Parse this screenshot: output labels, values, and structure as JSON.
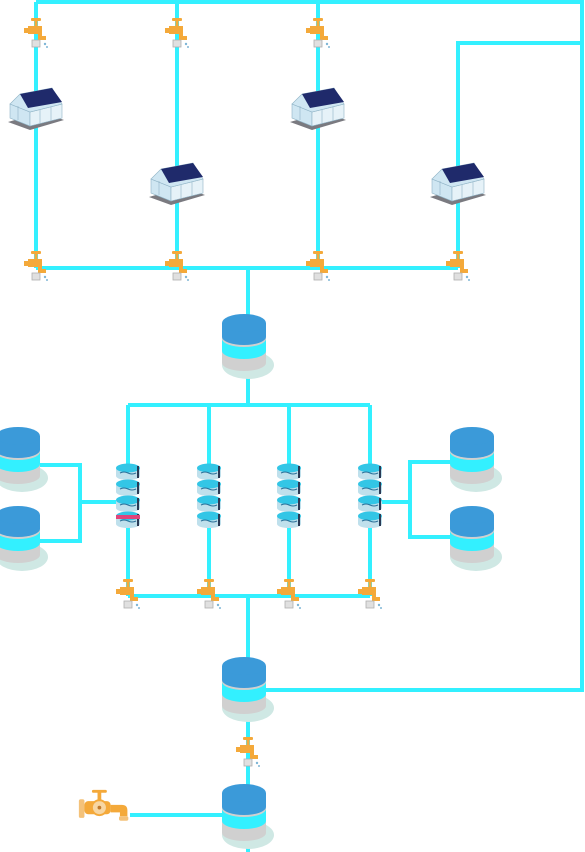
{
  "diagram": {
    "kind": "water-system-schematic",
    "colors": {
      "pipe": "#33f0ff",
      "tank_top": "#3b9ad9",
      "tank_body": "#d0d0d0",
      "tank_band": "#33f0ff",
      "tank_shadow": "#cfe8e4",
      "valve": "#f4a93a",
      "greenhouse_roof": "#1f2a6b",
      "greenhouse_glass": "#cfe6f2",
      "greenhouse_base": "#7a7a80",
      "filter_pink": "#e0457b"
    },
    "icons": {
      "tank": "storage-tank-icon",
      "valve": "valve-icon",
      "greenhouse": "greenhouse-icon",
      "filter": "filter-stack-icon",
      "faucet": "faucet-icon"
    },
    "counts": {
      "greenhouses": 4,
      "top_valves": 3,
      "greenhouse_valves": 4,
      "filter_stacks": 4,
      "filter_valves": 4,
      "side_tanks": 4,
      "main_tanks": 3
    }
  }
}
